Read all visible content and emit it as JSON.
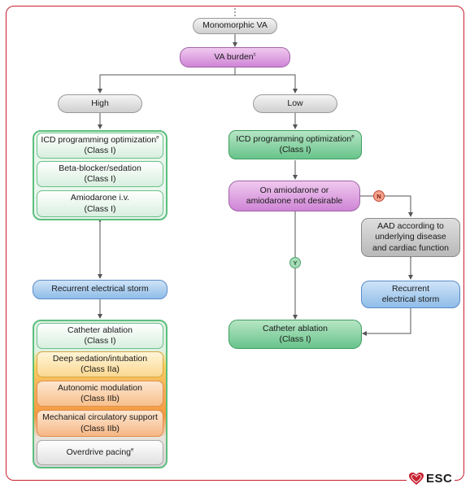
{
  "start": {
    "label": "Monomorphic VA"
  },
  "burden": {
    "label": "VA burden",
    "sup": "c"
  },
  "branches": {
    "high": "High",
    "low": "Low"
  },
  "high_first_group": [
    {
      "line1": "ICD programming optimization",
      "sup": "e",
      "line2": "(Class I)"
    },
    {
      "line1": "Beta-blocker/sedation",
      "line2": "(Class I)"
    },
    {
      "line1": "Amiodarone i.v.",
      "line2": "(Class I)"
    }
  ],
  "storm_left": {
    "label": "Recurrent electrical storm"
  },
  "high_second_group": [
    {
      "line1": "Catheter ablation",
      "line2": "(Class I)"
    },
    {
      "line1": "Deep sedation/intubation",
      "line2": "(Class IIa)"
    },
    {
      "line1": "Autonomic modulation",
      "line2": "(Class IIb)"
    },
    {
      "line1": "Mechanical circulatory support",
      "line2": "(Class IIb)"
    },
    {
      "line1": "Overdrive pacing",
      "sup": "e"
    }
  ],
  "low": {
    "icd": {
      "line1": "ICD programming optimization",
      "sup": "e",
      "line2": "(Class I)"
    },
    "amio": {
      "line1": "On amiodarone or",
      "line2": "amiodarone not desirable"
    },
    "yes": "Y",
    "no": "N",
    "aad": {
      "line1": "AAD according to",
      "line2": "underlying disease",
      "line3": "and cardiac function"
    },
    "storm": {
      "line1": "Recurrent",
      "line2": "electrical storm"
    },
    "ablation": {
      "line1": "Catheter ablation",
      "line2": "(Class I)"
    }
  },
  "logo": {
    "text": "ESC",
    "icon": "heart-icon"
  },
  "colors": {
    "frame": "#c8202f",
    "green": "#5dbf7e",
    "purple": "#cf85d6",
    "blue": "#8fbde8",
    "grey": "#b9b9b9"
  }
}
